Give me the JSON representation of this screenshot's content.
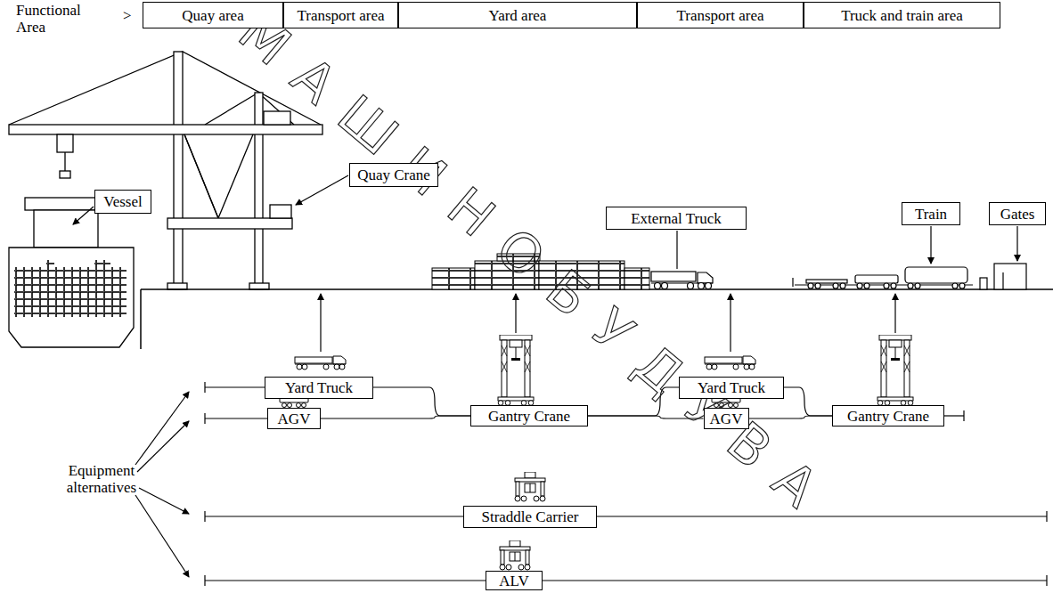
{
  "diagram": {
    "nodes": [
      {
        "text": [
          "Quay area"
        ]
      },
      {
        "text": [
          "Transport area"
        ]
      },
      {
        "text": [
          "Yard area"
        ]
      },
      {
        "text": [
          "Transport area"
        ]
      },
      {
        "text": [
          "Truck and train area"
        ]
      },
      {
        "text": [
          "Vessel"
        ]
      },
      {
        "text": [
          "Quay Crane"
        ]
      },
      {
        "text": [
          "External Truck"
        ]
      },
      {
        "text": [
          "Train"
        ]
      },
      {
        "text": [
          "Gates"
        ]
      },
      {
        "text": [
          "Yard Truck"
        ]
      },
      {
        "text": [
          "AGV"
        ]
      },
      {
        "text": [
          "Gantry Crane"
        ]
      },
      {
        "text": [
          "Yard Truck"
        ]
      },
      {
        "text": [
          "AGV"
        ]
      },
      {
        "text": [
          "Gantry Crane"
        ]
      },
      {
        "text": [
          "Straddle Carrier"
        ]
      },
      {
        "text": [
          "ALV"
        ]
      }
    ],
    "edges": [
      {
        "from": 10,
        "to": 12,
        "arrow": "none"
      },
      {
        "from": 11,
        "to": 12,
        "arrow": "none"
      },
      {
        "from": 12,
        "to": 13,
        "arrow": "none"
      },
      {
        "from": 12,
        "to": 14,
        "arrow": "none"
      },
      {
        "from": 13,
        "to": 15,
        "arrow": "none"
      },
      {
        "from": 14,
        "to": 15,
        "arrow": "none"
      }
    ],
    "labels": [
      "Functional Area",
      ">",
      "Equipment alternatives",
      "МАШИНОБУДУВА"
    ]
  }
}
